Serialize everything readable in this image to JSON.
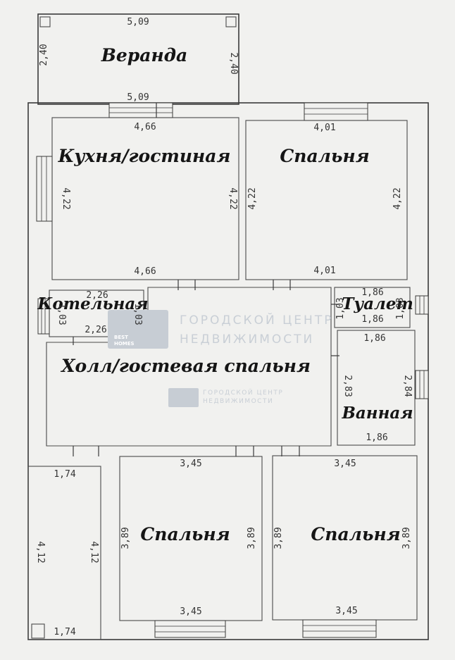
{
  "rooms": {
    "veranda": "Веранда",
    "kitchen": "Кухня/гостиная",
    "bedroom_top": "Спальня",
    "boiler": "Котельная",
    "toilet": "Туалет",
    "hall": "Холл/гостевая спальня",
    "bath": "Ванная",
    "bedroom_bl": "Спальня",
    "bedroom_br": "Спальня"
  },
  "dims": {
    "veranda_top": "5,09",
    "veranda_bottom": "5,09",
    "veranda_left": "2,40",
    "veranda_right": "2,40",
    "kitchen_top": "4,66",
    "kitchen_bottom": "4,66",
    "kitchen_left": "4,22",
    "kitchen_right": "4,22",
    "bed_top_top": "4,01",
    "bed_top_bottom": "4,01",
    "bed_top_left": "4,22",
    "bed_top_right": "4,22",
    "boiler_top": "2,26",
    "boiler_bottom": "2,26",
    "boiler_left": "1,03",
    "boiler_right": "1,03",
    "toilet_top": "1,86",
    "toilet_bottom": "1,86",
    "toilet_left": "1,03",
    "toilet_right": "1,03",
    "bath_top": "1,86",
    "bath_bottom": "1,86",
    "bath_left": "2,83",
    "bath_right": "2,84",
    "store_top": "1,74",
    "store_bottom": "1,74",
    "store_left": "4,12",
    "store_right": "4,12",
    "bed_bl_top": "3,45",
    "bed_bl_bottom": "3,45",
    "bed_bl_left": "3,89",
    "bed_bl_right": "3,89",
    "bed_br_top": "3,45",
    "bed_br_bottom": "3,45",
    "bed_br_left": "3,89",
    "bed_br_right": "3,89"
  },
  "watermark": {
    "line1": "ГОРОДСКОЙ ЦЕНТР",
    "line2": "НЕДВИЖИМОСТИ",
    "logo_top": "BEST",
    "logo_bottom": "HOMES"
  }
}
